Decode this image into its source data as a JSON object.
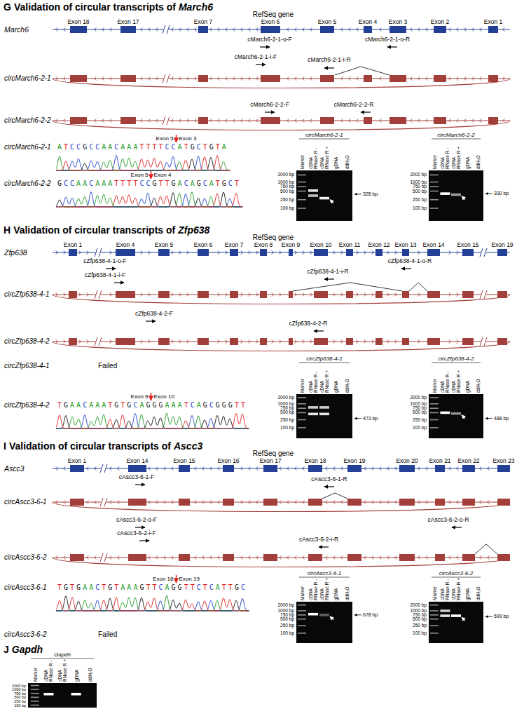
{
  "diagram": {
    "nodes": [
      {
        "text": [
          "Exon 18"
        ]
      },
      {
        "text": [
          "Exon 17"
        ]
      },
      {
        "text": [
          "Exon 7"
        ]
      },
      {
        "text": [
          "Exon 6"
        ]
      },
      {
        "text": [
          "Exon 5"
        ]
      },
      {
        "text": [
          "Exon 4"
        ]
      },
      {
        "text": [
          "Exon 3"
        ]
      },
      {
        "text": [
          "Exon 2"
        ]
      },
      {
        "text": [
          "Exon 1"
        ]
      },
      {
        "text": [
          "Exon 1"
        ]
      },
      {
        "text": [
          "Exon 4"
        ]
      },
      {
        "text": [
          "Exon 5"
        ]
      },
      {
        "text": [
          "Exon 6"
        ]
      },
      {
        "text": [
          "Exon 7"
        ]
      },
      {
        "text": [
          "Exon 8"
        ]
      },
      {
        "text": [
          "Exon 9"
        ]
      },
      {
        "text": [
          "Exon 10"
        ]
      },
      {
        "text": [
          "Exon 11"
        ]
      },
      {
        "text": [
          "Exon 12"
        ]
      },
      {
        "text": [
          "Exon 13"
        ]
      },
      {
        "text": [
          "Exon 14"
        ]
      },
      {
        "text": [
          "Exon 15"
        ]
      },
      {
        "text": [
          "Exon 19"
        ]
      },
      {
        "text": [
          "Exon 1"
        ]
      },
      {
        "text": [
          "Exon 14"
        ]
      },
      {
        "text": [
          "Exon 15"
        ]
      },
      {
        "text": [
          "Exon 16"
        ]
      },
      {
        "text": [
          "Exon 17"
        ]
      },
      {
        "text": [
          "Exon 18"
        ]
      },
      {
        "text": [
          "Exon 19"
        ]
      },
      {
        "text": [
          "Exon 20"
        ]
      },
      {
        "text": [
          "Exon 21"
        ]
      },
      {
        "text": [
          "Exon 22"
        ]
      },
      {
        "text": [
          "Exon 23"
        ]
      }
    ],
    "labels": [
      "G",
      "Validation of circular transcripts of",
      "March6",
      "RefSeq gene",
      "March6",
      "cMarch6-2-1-o-F",
      "cMarch6-2-1-o-R",
      "cMarch6-2-1-i-F",
      "cMarch6-2-1-i-R",
      "circMarch6-2-1",
      "cMarch6-2-2-F",
      "cMarch6-2-2-R",
      "circMarch6-2-2",
      "circMarch6-2-1",
      "Exon 5",
      "Exon 3",
      "ATCCGCCAACAAATTTTCCATGCTGTA",
      "circMarch6-2-2",
      "Exon 5",
      "Exon 4",
      "GCCAACAAATTTTCCGTTGACAGCATGCT",
      "circMarch6-2-1",
      "Marker",
      "cDNA RNase R -",
      "cDNA RNase R +",
      "gDNA",
      "ddH₂O",
      "2000 bp",
      "1000 bp",
      "750 bp",
      "500 bp",
      "250 bp",
      "100 bp",
      "328 bp",
      "circMarch6-2-2",
      "Marker",
      "cDNA RNase R -",
      "cDNA RNase R +",
      "gDNA",
      "ddH₂O",
      "2000 bp",
      "1000 bp",
      "750 bp",
      "500 bp",
      "250 bp",
      "100 bp",
      "330 bp",
      "H",
      "Validation of circular transcripts of",
      "Zfp638",
      "RefSeq gene",
      "Zfp638",
      "cZfp638-4-1-o-F",
      "cZfp638-4-1-o-R",
      "cZfp638-4-1-i-R",
      "cZfp638-4-1-i-F",
      "circZfp638-4-1",
      "cZfp638-4-2-F",
      "cZfp638-4-2-R",
      "circZfp638-4-2",
      "circZfp638-4-1",
      "Failed",
      "circZfp638-4-2",
      "Exon 9",
      "Exon 10",
      "TGAACAAATGTGCAGGGAAATCAGCGGGTT",
      "circZfp638-4-1",
      "Marker",
      "cDNA RNase R -",
      "cDNA RNase R +",
      "gDNA",
      "ddH₂O",
      "2000 bp",
      "1000 bp",
      "750 bp",
      "500 bp",
      "250 bp",
      "100 bp",
      "473 bp",
      "circZfp638-4-2",
      "Marker",
      "cDNA RNase R -",
      "cDNA RNase R +",
      "gDNA",
      "ddH₂O",
      "2000 bp",
      "1000 bp",
      "750 bp",
      "500 bp",
      "250 bp",
      "100 bp",
      "488 bp",
      "I",
      "Validation of circular transcripts of",
      "Ascc3",
      "RefSeq gene",
      "Ascc3",
      "cAscc3-6-1-F",
      "cAscc3-6-1-R",
      "circAscc3-6-1",
      "cAscc3-6-2-o-F",
      "cAscc3-6-2-o-R",
      "cAscc3-6-2-i-F",
      "cAscc3-6-2-i-R",
      "circAscc3-6-2",
      "circAscc3-6-1",
      "Exon 18",
      "Exon 19",
      "TGTGAACTGTAAAGTTCAGGTTCTCATTGC",
      "circAscc3-6-2",
      "Failed",
      "circAscc3-6-1",
      "Marker",
      "cDNA RNase R -",
      "cDNA RNase R +",
      "gDNA",
      "ddH₂O",
      "2000 bp",
      "1000 bp",
      "750 bp",
      "500 bp",
      "250 bp",
      "100 bp",
      "678 bp",
      "circAscc3-6-2",
      "Marker",
      "cDNA RNase R -",
      "cDNA RNase R +",
      "gDNA",
      "ddH₂O",
      "2000 bp",
      "1000 bp",
      "750 bp",
      "500 bp",
      "250 bp",
      "100 bp",
      "599 bp",
      "J",
      "Gapdh",
      "Gapdh",
      "Marker",
      "cDNA RNase R -",
      "cDNA RNase R +",
      "gDNA",
      "ddH₂O",
      "2000 bp",
      "1000 bp",
      "750 bp",
      "500 bp",
      "250 bp",
      "100 bp"
    ]
  }
}
